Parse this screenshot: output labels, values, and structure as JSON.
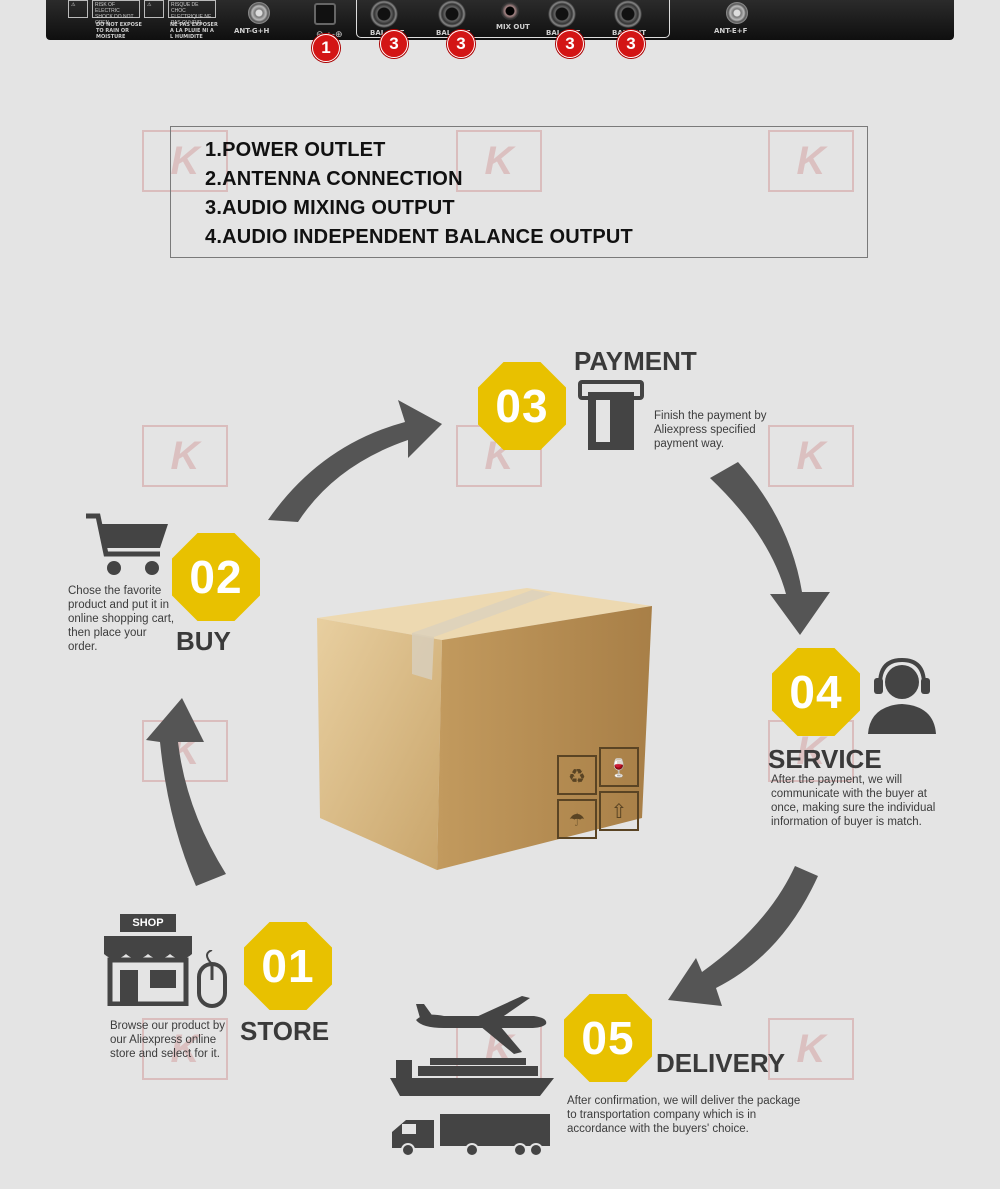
{
  "device": {
    "ant_left_label": "ANT-G+H",
    "ant_right_label": "ANT-E+F",
    "mix_out_label": "MIX OUT",
    "bal_out_label": "BAL OUT",
    "warn_left": "RISK OF ELECTRIC SHOCK DO NOT OPEN",
    "warn_left_sub": "DO NOT EXPOSE TO RAIN OR MOISTURE",
    "warn_right": "RISQUE DE CHOC ELECTRIQUE NE PAS OUVRIR",
    "warn_right_sub": "NE PAS EXPOSER A LA PLUIE NI A L HUMIDITE",
    "badges": [
      "1",
      "3",
      "3",
      "3",
      "3"
    ]
  },
  "legend": {
    "lines": [
      "1.POWER OUTLET",
      "2.ANTENNA CONNECTION",
      "3.AUDIO MIXING OUTPUT",
      "4.AUDIO INDEPENDENT BALANCE OUTPUT"
    ]
  },
  "steps": {
    "store": {
      "number": "01",
      "title": "STORE",
      "shop_sign": "SHOP",
      "desc": "Browse our product by our Aliexpress online store and select for it."
    },
    "buy": {
      "number": "02",
      "title": "BUY",
      "desc": "Chose the favorite product and put it in online shopping cart, then place your order."
    },
    "payment": {
      "number": "03",
      "title": "PAYMENT",
      "desc": "Finish the payment by Aliexpress specified payment way."
    },
    "service": {
      "number": "04",
      "title": "SERVICE",
      "desc": "After the payment, we will communicate with the buyer at once, making sure the individual information of buyer is match."
    },
    "delivery": {
      "number": "05",
      "title": "DELIVERY",
      "desc": "After confirmation, we will deliver the package to transportation company which is in accordance with the buyers' choice."
    }
  },
  "colors": {
    "hex_yellow": "#e8c100",
    "arrow_gray": "#555555",
    "badge_red": "#d31515",
    "background": "#e4e4e4"
  },
  "icons": [
    "power-jack-icon",
    "antenna-icon",
    "xlr-jack-icon",
    "shopping-cart-icon",
    "card-reader-icon",
    "headset-agent-icon",
    "shop-icon",
    "mouse-icon",
    "airplane-icon",
    "cargo-ship-icon",
    "truck-icon",
    "box-icon",
    "recycle-icon",
    "fragile-glass-icon",
    "umbrella-icon",
    "this-way-up-icon"
  ]
}
